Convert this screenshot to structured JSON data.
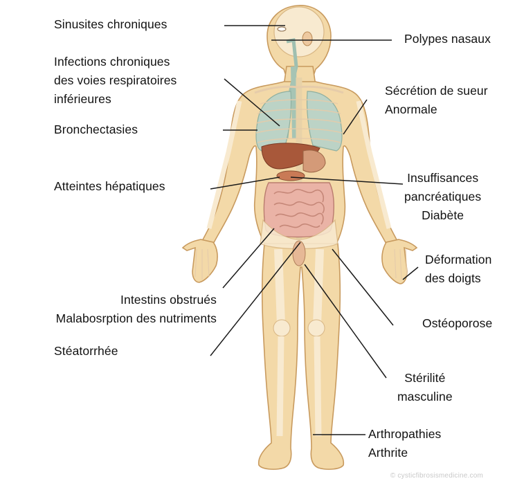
{
  "labels": {
    "sinusites": "Sinusites chroniques",
    "polypes": "Polypes nasaux",
    "infections": [
      "Infections chroniques",
      "des voies respiratoires",
      "inférieures"
    ],
    "bronchectasies": "Bronchectasies",
    "sueur": [
      "Sécrétion de sueur",
      "Anormale"
    ],
    "hepatiques": "Atteintes hépatiques",
    "pancreas": [
      "Insuffisances",
      "pancréatiques",
      "Diabète"
    ],
    "doigts": [
      "Déformation",
      "des doigts"
    ],
    "intestins": [
      "Intestins obstrués",
      "Malabosrption des nutriments"
    ],
    "osteoporose": "Ostéoporose",
    "steatorrhee": "Stéatorrhée",
    "sterilite": [
      "Stérilité",
      "masculine"
    ],
    "arthro": [
      "Arthropathies",
      "Arthrite"
    ]
  },
  "credit": "© cysticfibrosismedicine.com",
  "colors": {
    "skin": "#f3d9a8",
    "skin_outline": "#c89a5e",
    "bone": "#fbf1dc",
    "lung": "#bcd3c6",
    "liver": "#a8583a",
    "intestine": "#eab3a6",
    "leader_line": "#1a1a1a"
  }
}
